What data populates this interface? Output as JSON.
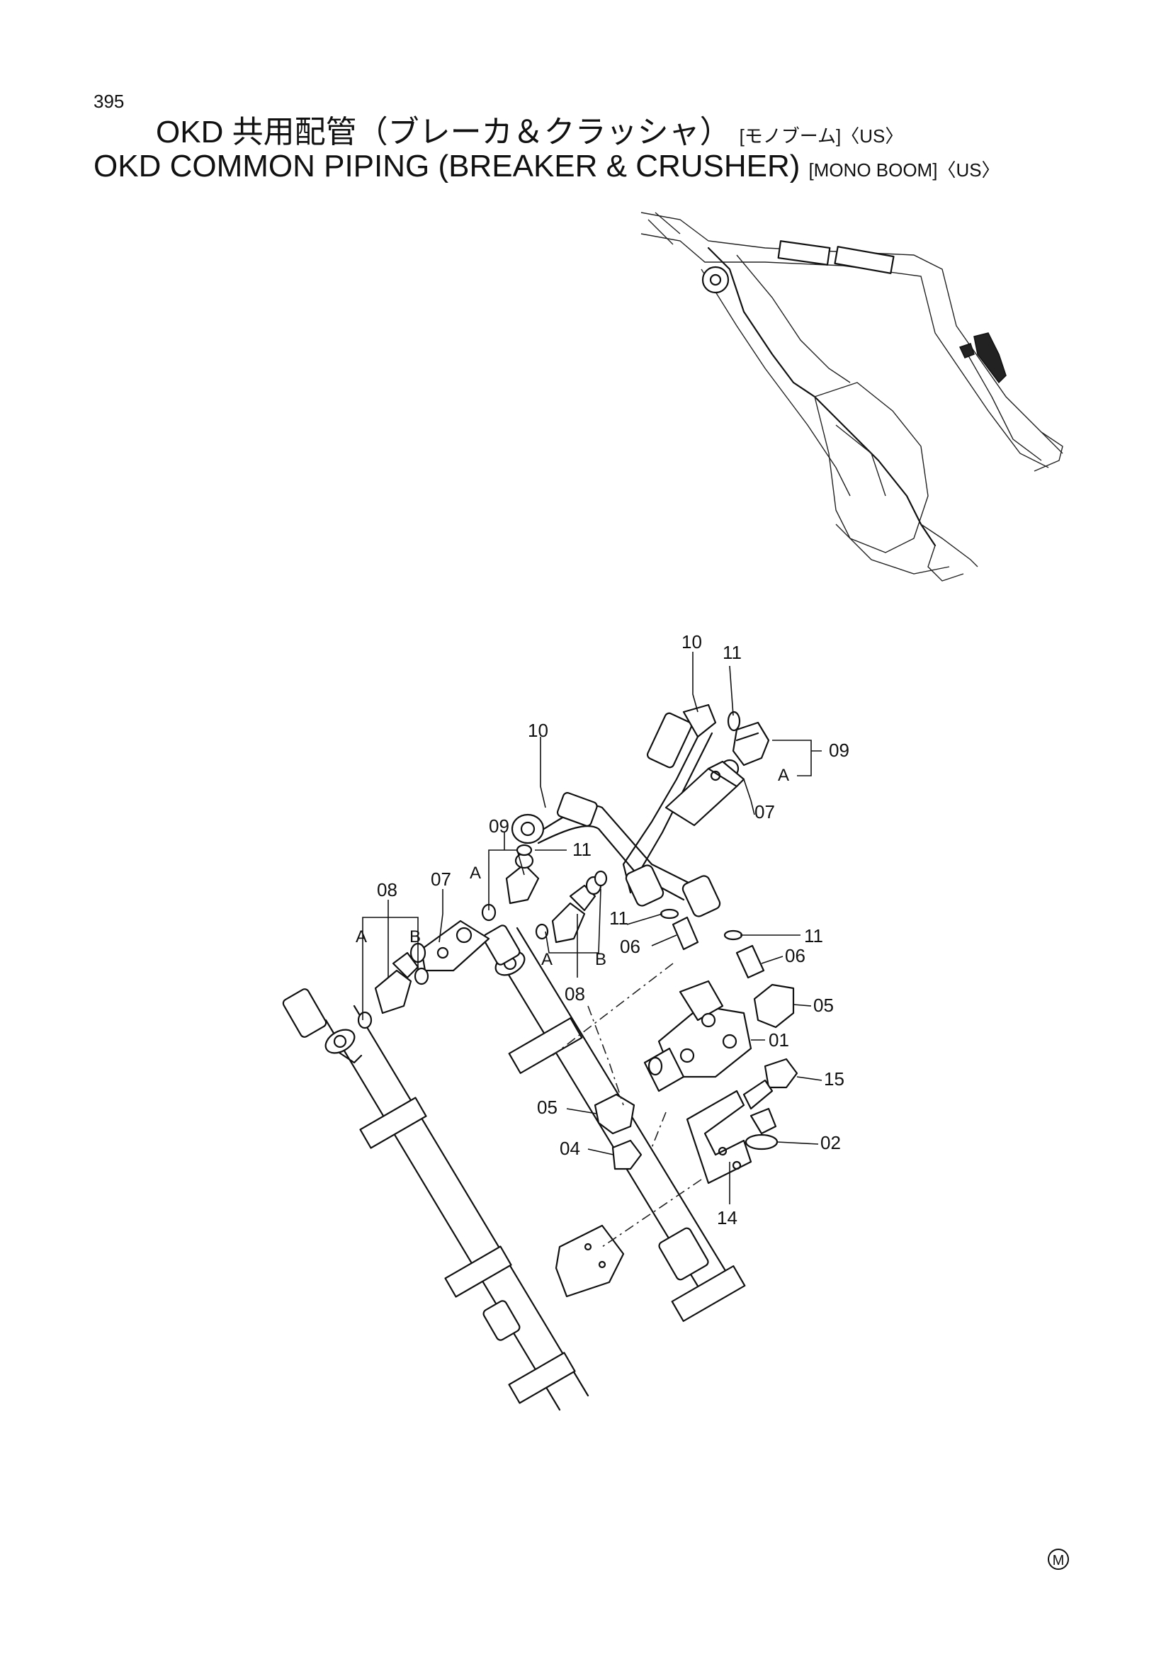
{
  "header": {
    "page_number": "395",
    "title_jp_main": "OKD 共用配管（ブレーカ＆クラッシャ）",
    "title_jp_sub": "[モノブーム]〈US〉",
    "title_en_main": "OKD COMMON PIPING (BREAKER & CRUSHER)",
    "title_en_sub": "[MONO BOOM]〈US〉"
  },
  "callouts": {
    "c01": "01",
    "c02": "02",
    "c04": "04",
    "c05a": "05",
    "c05b": "05",
    "c06a": "06",
    "c06b": "06",
    "c07a": "07",
    "c07b": "07",
    "c08a": "08",
    "c08b": "08",
    "c09a": "09",
    "c09b": "09",
    "c10a": "10",
    "c10b": "10",
    "c11a": "11",
    "c11b": "11",
    "c11c": "11",
    "c11d": "11",
    "c14": "14",
    "c15": "15"
  },
  "port_marks": {
    "a1": "A",
    "a2": "A",
    "a3": "A",
    "a4": "A",
    "b1": "B",
    "b2": "B"
  },
  "footer": {
    "mark": "M"
  }
}
